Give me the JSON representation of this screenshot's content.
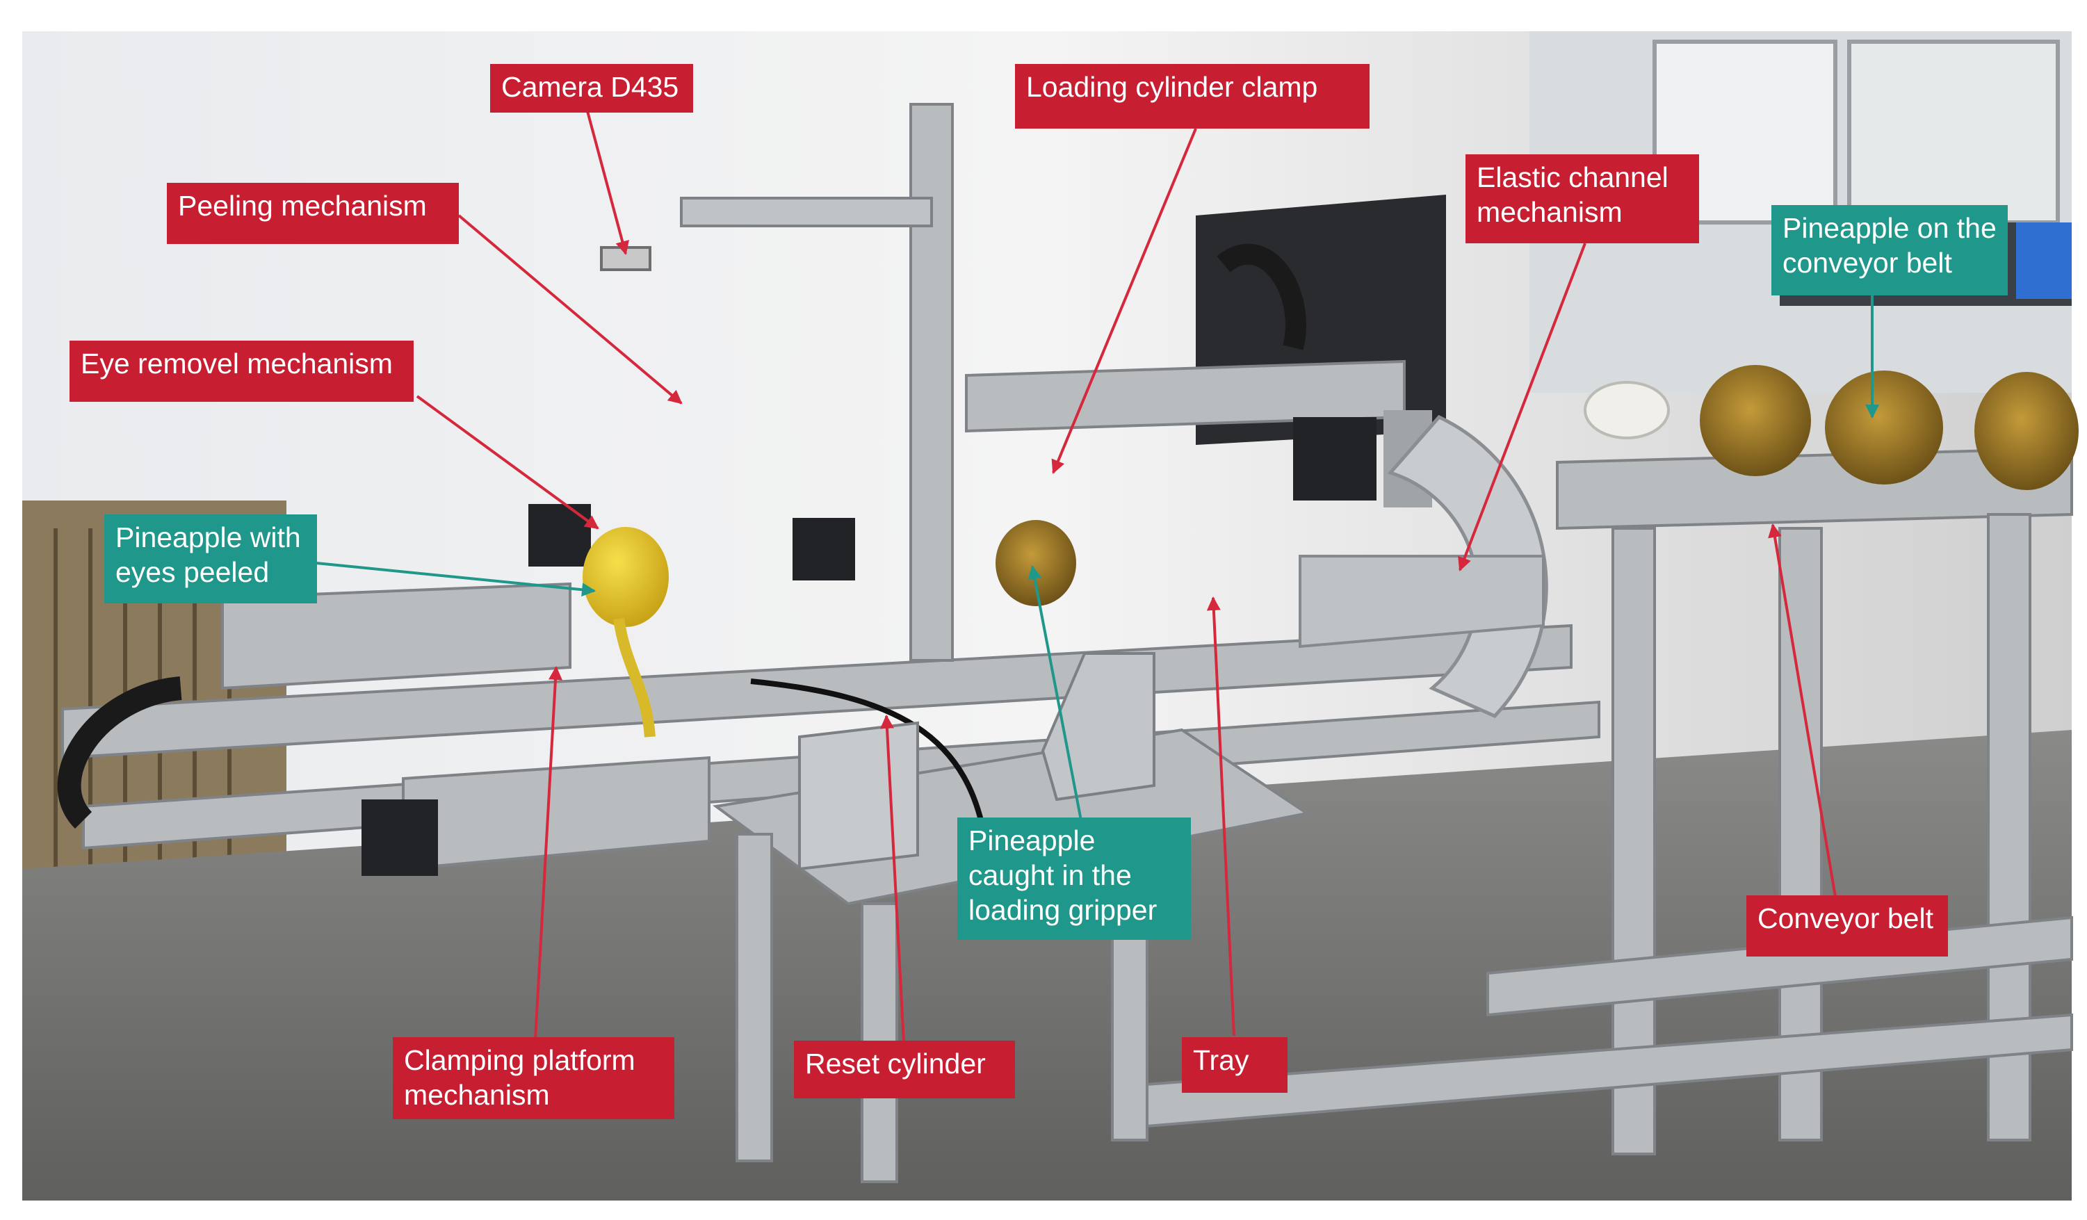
{
  "labels": {
    "camera": "Camera D435",
    "loading_clamp": "Loading cylinder clamp",
    "peeling": "Peeling mechanism",
    "elastic_1": "Elastic channel",
    "elastic_2": "mechanism",
    "pine_belt_1": "Pineapple on the",
    "pine_belt_2": "conveyor belt",
    "eye_removal": "Eye removel mechanism",
    "pine_peeled_1": "Pineapple with",
    "pine_peeled_2": "eyes peeled",
    "pine_gripper_1": "Pineapple",
    "pine_gripper_2": "caught in the",
    "pine_gripper_3": "loading gripper",
    "conveyor": "Conveyor belt",
    "clamping_1": "Clamping platform",
    "clamping_2": "mechanism",
    "reset": "Reset cylinder",
    "tray": "Tray"
  },
  "colors": {
    "label_red": "#c81e32",
    "label_teal": "#1f978a",
    "leader_red": "#d6283c",
    "leader_teal": "#1f978a"
  }
}
